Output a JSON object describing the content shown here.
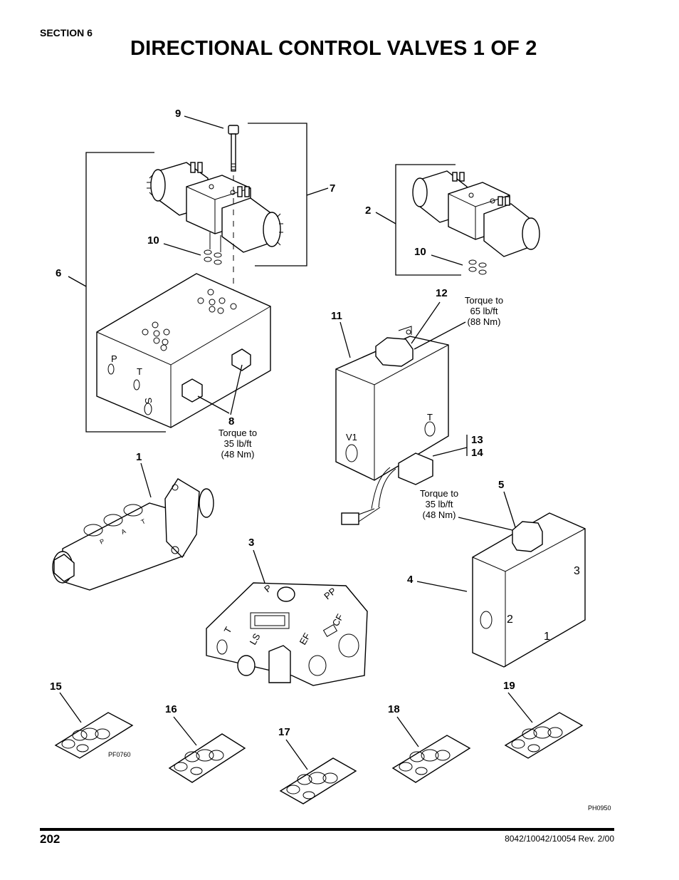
{
  "header": {
    "section": "SECTION 6",
    "title": "DIRECTIONAL CONTROL VALVES 1 OF 2"
  },
  "callouts": [
    "9",
    "7",
    "2",
    "10",
    "10",
    "6",
    "12",
    "11",
    "8",
    "13",
    "14",
    "1",
    "5",
    "3",
    "4",
    "15",
    "19",
    "16",
    "18",
    "17"
  ],
  "notes": {
    "torque_12": [
      "Torque to",
      "65 lb/ft",
      "(88 Nm)"
    ],
    "torque_8": [
      "Torque to",
      "35 lb/ft",
      "(48 Nm)"
    ],
    "torque_5": [
      "Torque to",
      "35 lb/ft",
      "(48 Nm)"
    ]
  },
  "port_labels": {
    "manifold_6": [
      "P",
      "T",
      "S"
    ],
    "valve_11": [
      "T",
      "V1"
    ],
    "valve_1": [
      "P",
      "A",
      "T"
    ],
    "valve_3": [
      "P",
      "PP",
      "T",
      "LS",
      "EF",
      "CF"
    ],
    "valve_4": [
      "3",
      "2",
      "1"
    ]
  },
  "figure_refs": {
    "kit": "PF0760",
    "page": "PH0950"
  },
  "footer": {
    "page_number": "202",
    "doc_ref": "8042/10042/10054 Rev. 2/00"
  }
}
